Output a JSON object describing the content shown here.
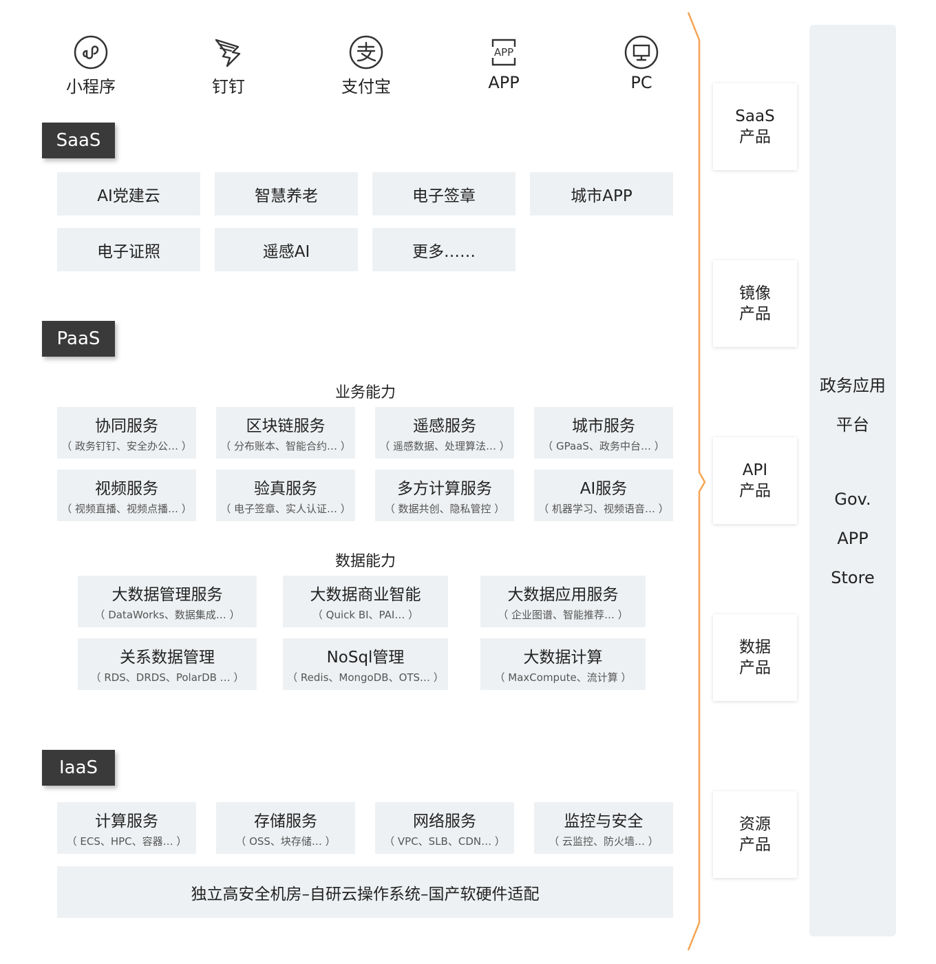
{
  "clients": [
    {
      "label": "小程序",
      "icon": "mini-program-icon"
    },
    {
      "label": "钉钉",
      "icon": "dingtalk-icon"
    },
    {
      "label": "支付宝",
      "icon": "alipay-icon"
    },
    {
      "label": "APP",
      "icon": "app-icon",
      "icon_text": "APP"
    },
    {
      "label": "PC",
      "icon": "pc-monitor-icon"
    }
  ],
  "saas": {
    "tag": "SaaS",
    "items": [
      "AI党建云",
      "智慧养老",
      "电子签章",
      "城市APP",
      "电子证照",
      "遥感AI",
      "更多……"
    ]
  },
  "paas": {
    "tag": "PaaS",
    "business": {
      "title": "业务能力",
      "items": [
        {
          "title": "协同服务",
          "sub": "（ 政务钉钉、安全办公… ）"
        },
        {
          "title": "区块链服务",
          "sub": "（ 分布账本、智能合约… ）"
        },
        {
          "title": "遥感服务",
          "sub": "（ 遥感数据、处理算法… ）"
        },
        {
          "title": "城市服务",
          "sub": "（ GPaaS、政务中台… ）"
        },
        {
          "title": "视频服务",
          "sub": "（ 视频直播、视频点播… ）"
        },
        {
          "title": "验真服务",
          "sub": "（ 电子签章、实人认证… ）"
        },
        {
          "title": "多方计算服务",
          "sub": "（ 数据共创、隐私管控 ）"
        },
        {
          "title": "AI服务",
          "sub": "（ 机器学习、视频语音… ）"
        }
      ]
    },
    "data": {
      "title": "数据能力",
      "items": [
        {
          "title": "大数据管理服务",
          "sub": "（ DataWorks、数据集成… ）"
        },
        {
          "title": "大数据商业智能",
          "sub": "（ Quick BI、PAI… ）"
        },
        {
          "title": "大数据应用服务",
          "sub": "（ 企业图谱、智能推荐… ）"
        },
        {
          "title": "关系数据管理",
          "sub": "（ RDS、DRDS、PolarDB … ）"
        },
        {
          "title": "NoSql管理",
          "sub": "（ Redis、MongoDB、OTS… ）"
        },
        {
          "title": "大数据计算",
          "sub": "（ MaxCompute、流计算 ）"
        }
      ]
    }
  },
  "iaas": {
    "tag": "IaaS",
    "items": [
      {
        "title": "计算服务",
        "sub": "（ ECS、HPC、容器… ）"
      },
      {
        "title": "存储服务",
        "sub": "（ OSS、块存储… ）"
      },
      {
        "title": "网络服务",
        "sub": "（ VPC、SLB、CDN… ）"
      },
      {
        "title": "监控与安全",
        "sub": "（ 云监控、防火墙… ）"
      }
    ],
    "footer": "独立高安全机房–自研云操作系统–国产软硬件适配"
  },
  "products": [
    {
      "line1": "SaaS",
      "line2": "产品"
    },
    {
      "line1": "镜像",
      "line2": "产品"
    },
    {
      "line1": "API",
      "line2": "产品"
    },
    {
      "line1": "数据",
      "line2": "产品"
    },
    {
      "line1": "资源",
      "line2": "产品"
    }
  ],
  "store": {
    "lines": [
      "政务应用",
      "平台",
      "Gov.",
      "APP",
      "Store"
    ]
  },
  "colors": {
    "brace": "#f5a455",
    "tag_bg": "#3a3a3a",
    "box_bg": "#eef1f3"
  }
}
